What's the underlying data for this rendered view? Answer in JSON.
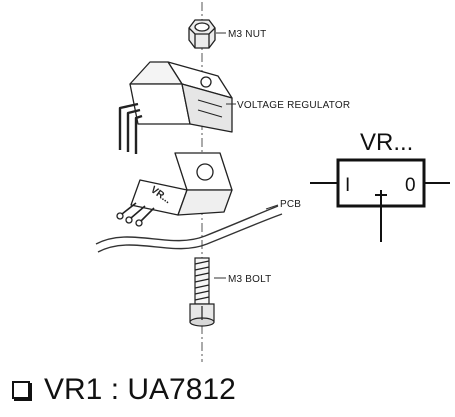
{
  "labels": {
    "nut": "M3 NUT",
    "regulator": "VOLTAGE REGULATOR",
    "pcb": "PCB",
    "bolt": "M3 BOLT",
    "package_marking": "VR..."
  },
  "symbol": {
    "title": "VR...",
    "input_pin": "I",
    "output_pin": "0"
  },
  "caption": {
    "bullet_icon": "checkbox-icon",
    "text": "VR1 : UA7812"
  }
}
